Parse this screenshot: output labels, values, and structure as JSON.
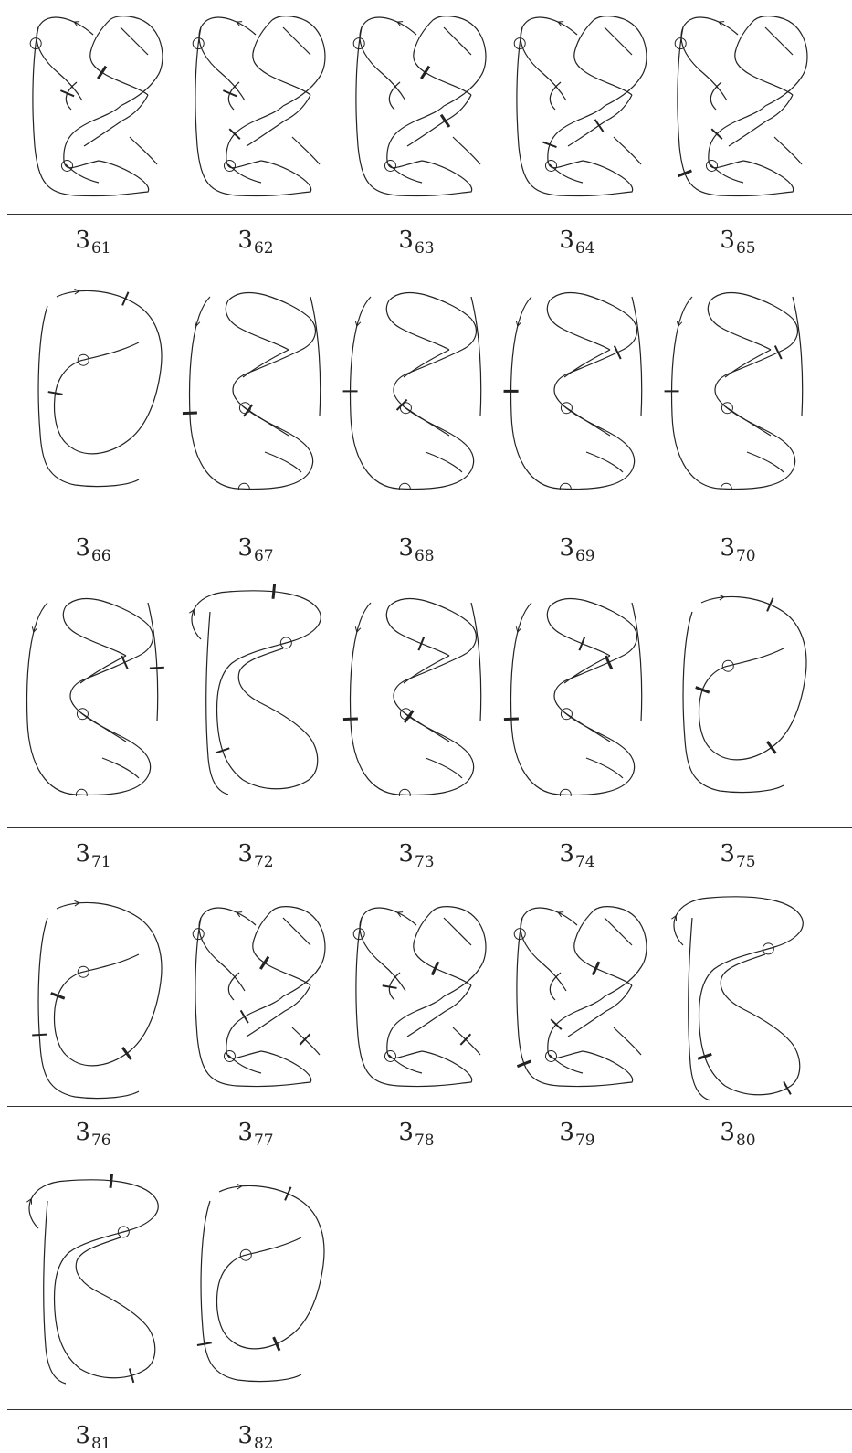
{
  "diagrams": [
    {
      "id": "3_61",
      "base": "3",
      "sub": "61",
      "variant": "A",
      "marks": [
        [
          6,
          0
        ],
        [
          4,
          1
        ]
      ],
      "virtual": [
        [
          1,
          0
        ],
        [
          9,
          0
        ]
      ]
    },
    {
      "id": "3_62",
      "base": "3",
      "sub": "62",
      "variant": "A",
      "marks": [
        [
          6,
          0
        ],
        [
          2,
          0
        ]
      ],
      "virtual": [
        [
          1,
          0
        ],
        [
          9,
          0
        ]
      ]
    },
    {
      "id": "3_63",
      "base": "3",
      "sub": "63",
      "variant": "A",
      "marks": [
        [
          5,
          1
        ],
        [
          4,
          1
        ]
      ],
      "virtual": [
        [
          1,
          0
        ],
        [
          9,
          0
        ]
      ]
    },
    {
      "id": "3_64",
      "base": "3",
      "sub": "64",
      "variant": "A",
      "marks": [
        [
          2,
          0
        ],
        [
          5,
          0
        ]
      ],
      "virtual": [
        [
          1,
          0
        ],
        [
          9,
          0
        ]
      ]
    },
    {
      "id": "3_65",
      "base": "3",
      "sub": "65",
      "variant": "A",
      "marks": [
        [
          1,
          1
        ],
        [
          2,
          0
        ]
      ],
      "virtual": [
        [
          1,
          0
        ],
        [
          9,
          0
        ]
      ]
    },
    {
      "id": "3_66",
      "base": "3",
      "sub": "66",
      "variant": "B",
      "marks": [
        [
          0,
          0
        ],
        [
          2,
          0
        ]
      ],
      "virtual": [
        [
          3,
          0
        ]
      ]
    },
    {
      "id": "3_67",
      "base": "3",
      "sub": "67",
      "variant": "C",
      "marks": [
        [
          2,
          0
        ],
        [
          0,
          1
        ]
      ],
      "virtual": [
        [
          1,
          0
        ],
        [
          7,
          0
        ]
      ]
    },
    {
      "id": "3_68",
      "base": "3",
      "sub": "68",
      "variant": "C",
      "marks": [
        [
          0,
          0
        ],
        [
          2,
          0
        ]
      ],
      "virtual": [
        [
          1,
          0
        ],
        [
          7,
          0
        ]
      ]
    },
    {
      "id": "3_69",
      "base": "3",
      "sub": "69",
      "variant": "C",
      "marks": [
        [
          0,
          1
        ],
        [
          3,
          0
        ]
      ],
      "virtual": [
        [
          1,
          0
        ],
        [
          7,
          0
        ]
      ]
    },
    {
      "id": "3_70",
      "base": "3",
      "sub": "70",
      "variant": "C",
      "marks": [
        [
          0,
          0
        ],
        [
          3,
          0
        ]
      ],
      "virtual": [
        [
          1,
          0
        ],
        [
          7,
          0
        ]
      ]
    },
    {
      "id": "3_71",
      "base": "3",
      "sub": "71",
      "variant": "C",
      "marks": [
        [
          3,
          0
        ],
        [
          9,
          0
        ]
      ],
      "virtual": [
        [
          1,
          0
        ],
        [
          7,
          0
        ]
      ]
    },
    {
      "id": "3_72",
      "base": "3",
      "sub": "72",
      "variant": "D",
      "marks": [
        [
          2,
          0
        ],
        [
          0,
          1
        ]
      ],
      "virtual": [
        [
          1,
          0
        ]
      ]
    },
    {
      "id": "3_73",
      "base": "3",
      "sub": "73",
      "variant": "C",
      "marks": [
        [
          2,
          1
        ],
        [
          0,
          1
        ],
        [
          5,
          0
        ]
      ],
      "virtual": [
        [
          1,
          0
        ],
        [
          7,
          0
        ]
      ]
    },
    {
      "id": "3_74",
      "base": "3",
      "sub": "74",
      "variant": "C",
      "marks": [
        [
          3,
          1
        ],
        [
          0,
          1
        ],
        [
          5,
          0
        ]
      ],
      "virtual": [
        [
          1,
          0
        ],
        [
          7,
          0
        ]
      ]
    },
    {
      "id": "3_75",
      "base": "3",
      "sub": "75",
      "variant": "B",
      "marks": [
        [
          0,
          0
        ],
        [
          1,
          1
        ],
        [
          2,
          1
        ]
      ],
      "virtual": [
        [
          3,
          0
        ]
      ]
    },
    {
      "id": "3_76",
      "base": "3",
      "sub": "76",
      "variant": "B",
      "marks": [
        [
          4,
          0
        ],
        [
          1,
          1
        ],
        [
          2,
          1
        ]
      ],
      "virtual": [
        [
          3,
          0
        ]
      ]
    },
    {
      "id": "3_77",
      "base": "3",
      "sub": "77",
      "variant": "A",
      "marks": [
        [
          7,
          0
        ],
        [
          4,
          1
        ],
        [
          2,
          0
        ]
      ],
      "virtual": [
        [
          1,
          0
        ],
        [
          9,
          0
        ]
      ]
    },
    {
      "id": "3_78",
      "base": "3",
      "sub": "78",
      "variant": "A",
      "marks": [
        [
          7,
          0
        ],
        [
          6,
          0
        ],
        [
          4,
          1
        ]
      ],
      "virtual": [
        [
          1,
          0
        ],
        [
          9,
          0
        ]
      ]
    },
    {
      "id": "3_79",
      "base": "3",
      "sub": "79",
      "variant": "A",
      "marks": [
        [
          1,
          1
        ],
        [
          2,
          0
        ],
        [
          4,
          1
        ]
      ],
      "virtual": [
        [
          1,
          0
        ],
        [
          9,
          0
        ]
      ]
    },
    {
      "id": "3_80",
      "base": "3",
      "sub": "80",
      "variant": "D",
      "marks": [
        [
          2,
          1
        ],
        [
          3,
          0
        ]
      ],
      "virtual": [
        [
          1,
          0
        ]
      ]
    },
    {
      "id": "3_81",
      "base": "3",
      "sub": "81",
      "variant": "D",
      "marks": [
        [
          3,
          0
        ],
        [
          0,
          1
        ]
      ],
      "virtual": [
        [
          1,
          0
        ]
      ]
    },
    {
      "id": "3_82",
      "base": "3",
      "sub": "82",
      "variant": "B",
      "marks": [
        [
          0,
          0
        ],
        [
          4,
          0
        ],
        [
          1,
          1
        ]
      ],
      "virtual": [
        [
          3,
          0
        ]
      ]
    }
  ]
}
